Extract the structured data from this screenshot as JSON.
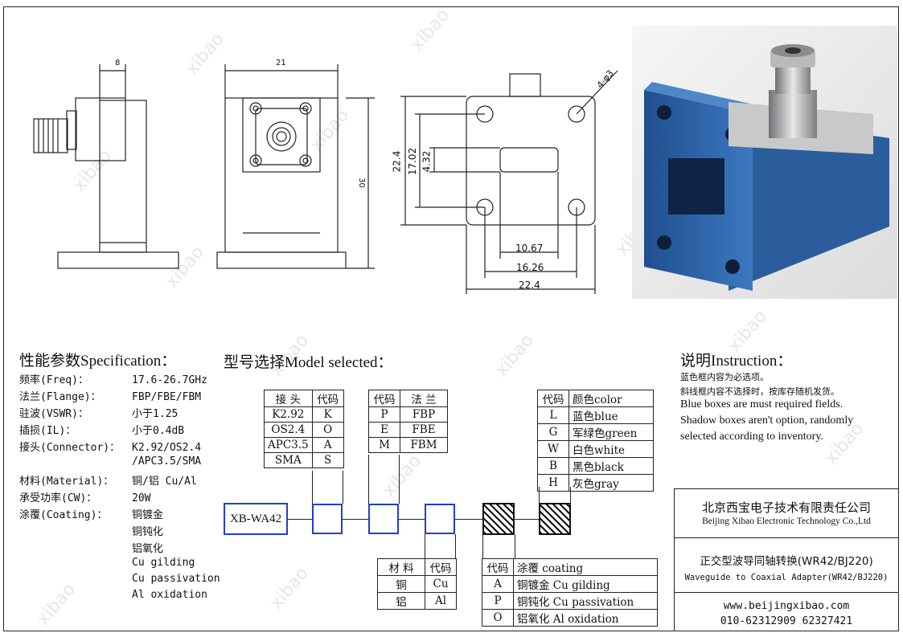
{
  "drawing": {
    "dim_side_width": "8",
    "dim_front_width": "21",
    "dim_front_height": "30",
    "dim_holes": "4-φ3",
    "dim_outer_h": "22.4",
    "dim_inner_h": "17.02",
    "dim_slot_h": "4.32",
    "dim_slot_w": "10.67",
    "dim_inner_w": "16.26",
    "dim_outer_w": "22.4"
  },
  "watermark": "xibao",
  "spec": {
    "title": "性能参数Specification：",
    "rows": [
      {
        "k": "频率(Freq)：",
        "v": "17.6-26.7GHz"
      },
      {
        "k": "法兰(Flange)：",
        "v": "FBP/FBE/FBM"
      },
      {
        "k": "驻波(VSWR)：",
        "v": "小于1.25"
      },
      {
        "k": "插损(IL)：",
        "v": "小于0.4dB"
      },
      {
        "k": "接头(Connector)：",
        "v": "K2.92/OS2.4"
      },
      {
        "k": "",
        "v": "/APC3.5/SMA"
      },
      {
        "k": "材料(Material)：",
        "v": "铜/铝 Cu/Al"
      },
      {
        "k": "承受功率(CW)：",
        "v": "20W"
      },
      {
        "k": "涂覆(Coating)：",
        "v": "铜镀金"
      },
      {
        "k": "",
        "v": "铜钝化"
      },
      {
        "k": "",
        "v": "铝氧化"
      },
      {
        "k": "",
        "v": "Cu gilding"
      },
      {
        "k": "",
        "v": "Cu passivation"
      },
      {
        "k": "",
        "v": "Al oxidation"
      }
    ]
  },
  "model": {
    "title": "型号选择Model selected：",
    "base": "XB-WA42",
    "connector_table": {
      "headers": [
        "接 头",
        "代码"
      ],
      "rows": [
        [
          "K2.92",
          "K"
        ],
        [
          "OS2.4",
          "O"
        ],
        [
          "APC3.5",
          "A"
        ],
        [
          "SMA",
          "S"
        ]
      ]
    },
    "flange_table": {
      "headers": [
        "代码",
        "法 兰"
      ],
      "rows": [
        [
          "P",
          "FBP"
        ],
        [
          "E",
          "FBE"
        ],
        [
          "M",
          "FBM"
        ]
      ]
    },
    "material_table": {
      "headers": [
        "材 料",
        "代码"
      ],
      "rows": [
        [
          "铜",
          "Cu"
        ],
        [
          "铝",
          "Al"
        ]
      ]
    },
    "coating_table": {
      "headers": [
        "代码",
        "涂覆 coating"
      ],
      "rows": [
        [
          "A",
          "铜镀金 Cu gilding"
        ],
        [
          "P",
          "铜钝化 Cu passivation"
        ],
        [
          "O",
          "铝氧化 Al oxidation"
        ]
      ]
    },
    "color_table": {
      "headers": [
        "代码",
        "颜色color"
      ],
      "rows": [
        [
          "L",
          "蓝色blue"
        ],
        [
          "G",
          "军绿色green"
        ],
        [
          "W",
          "白色white"
        ],
        [
          "B",
          "黑色black"
        ],
        [
          "H",
          "灰色gray"
        ]
      ]
    }
  },
  "instruction": {
    "title": "说明Instruction：",
    "lines": [
      "蓝色框内容为必选项。",
      "斜线框内容不选择时，按库存随机发货。",
      "Blue boxes are must required fields.",
      "Shadow boxes aren't option, randomly",
      "selected according to inventory."
    ]
  },
  "company": {
    "name_cn": "北京西宝电子技术有限责任公司",
    "name_en": "Beijing Xibao Electronic Technology Co.,Ltd",
    "product_cn": "正交型波导同轴转换(WR42/BJ220)",
    "product_en": "Waveguide to Coaxial Adapter(WR42/BJ220)",
    "website": "www.beijingxibao.com",
    "phone": "010-62312909 62327421"
  },
  "colors": {
    "blue_box": "#1f3fd0",
    "render_blue": "#2f64a8"
  }
}
